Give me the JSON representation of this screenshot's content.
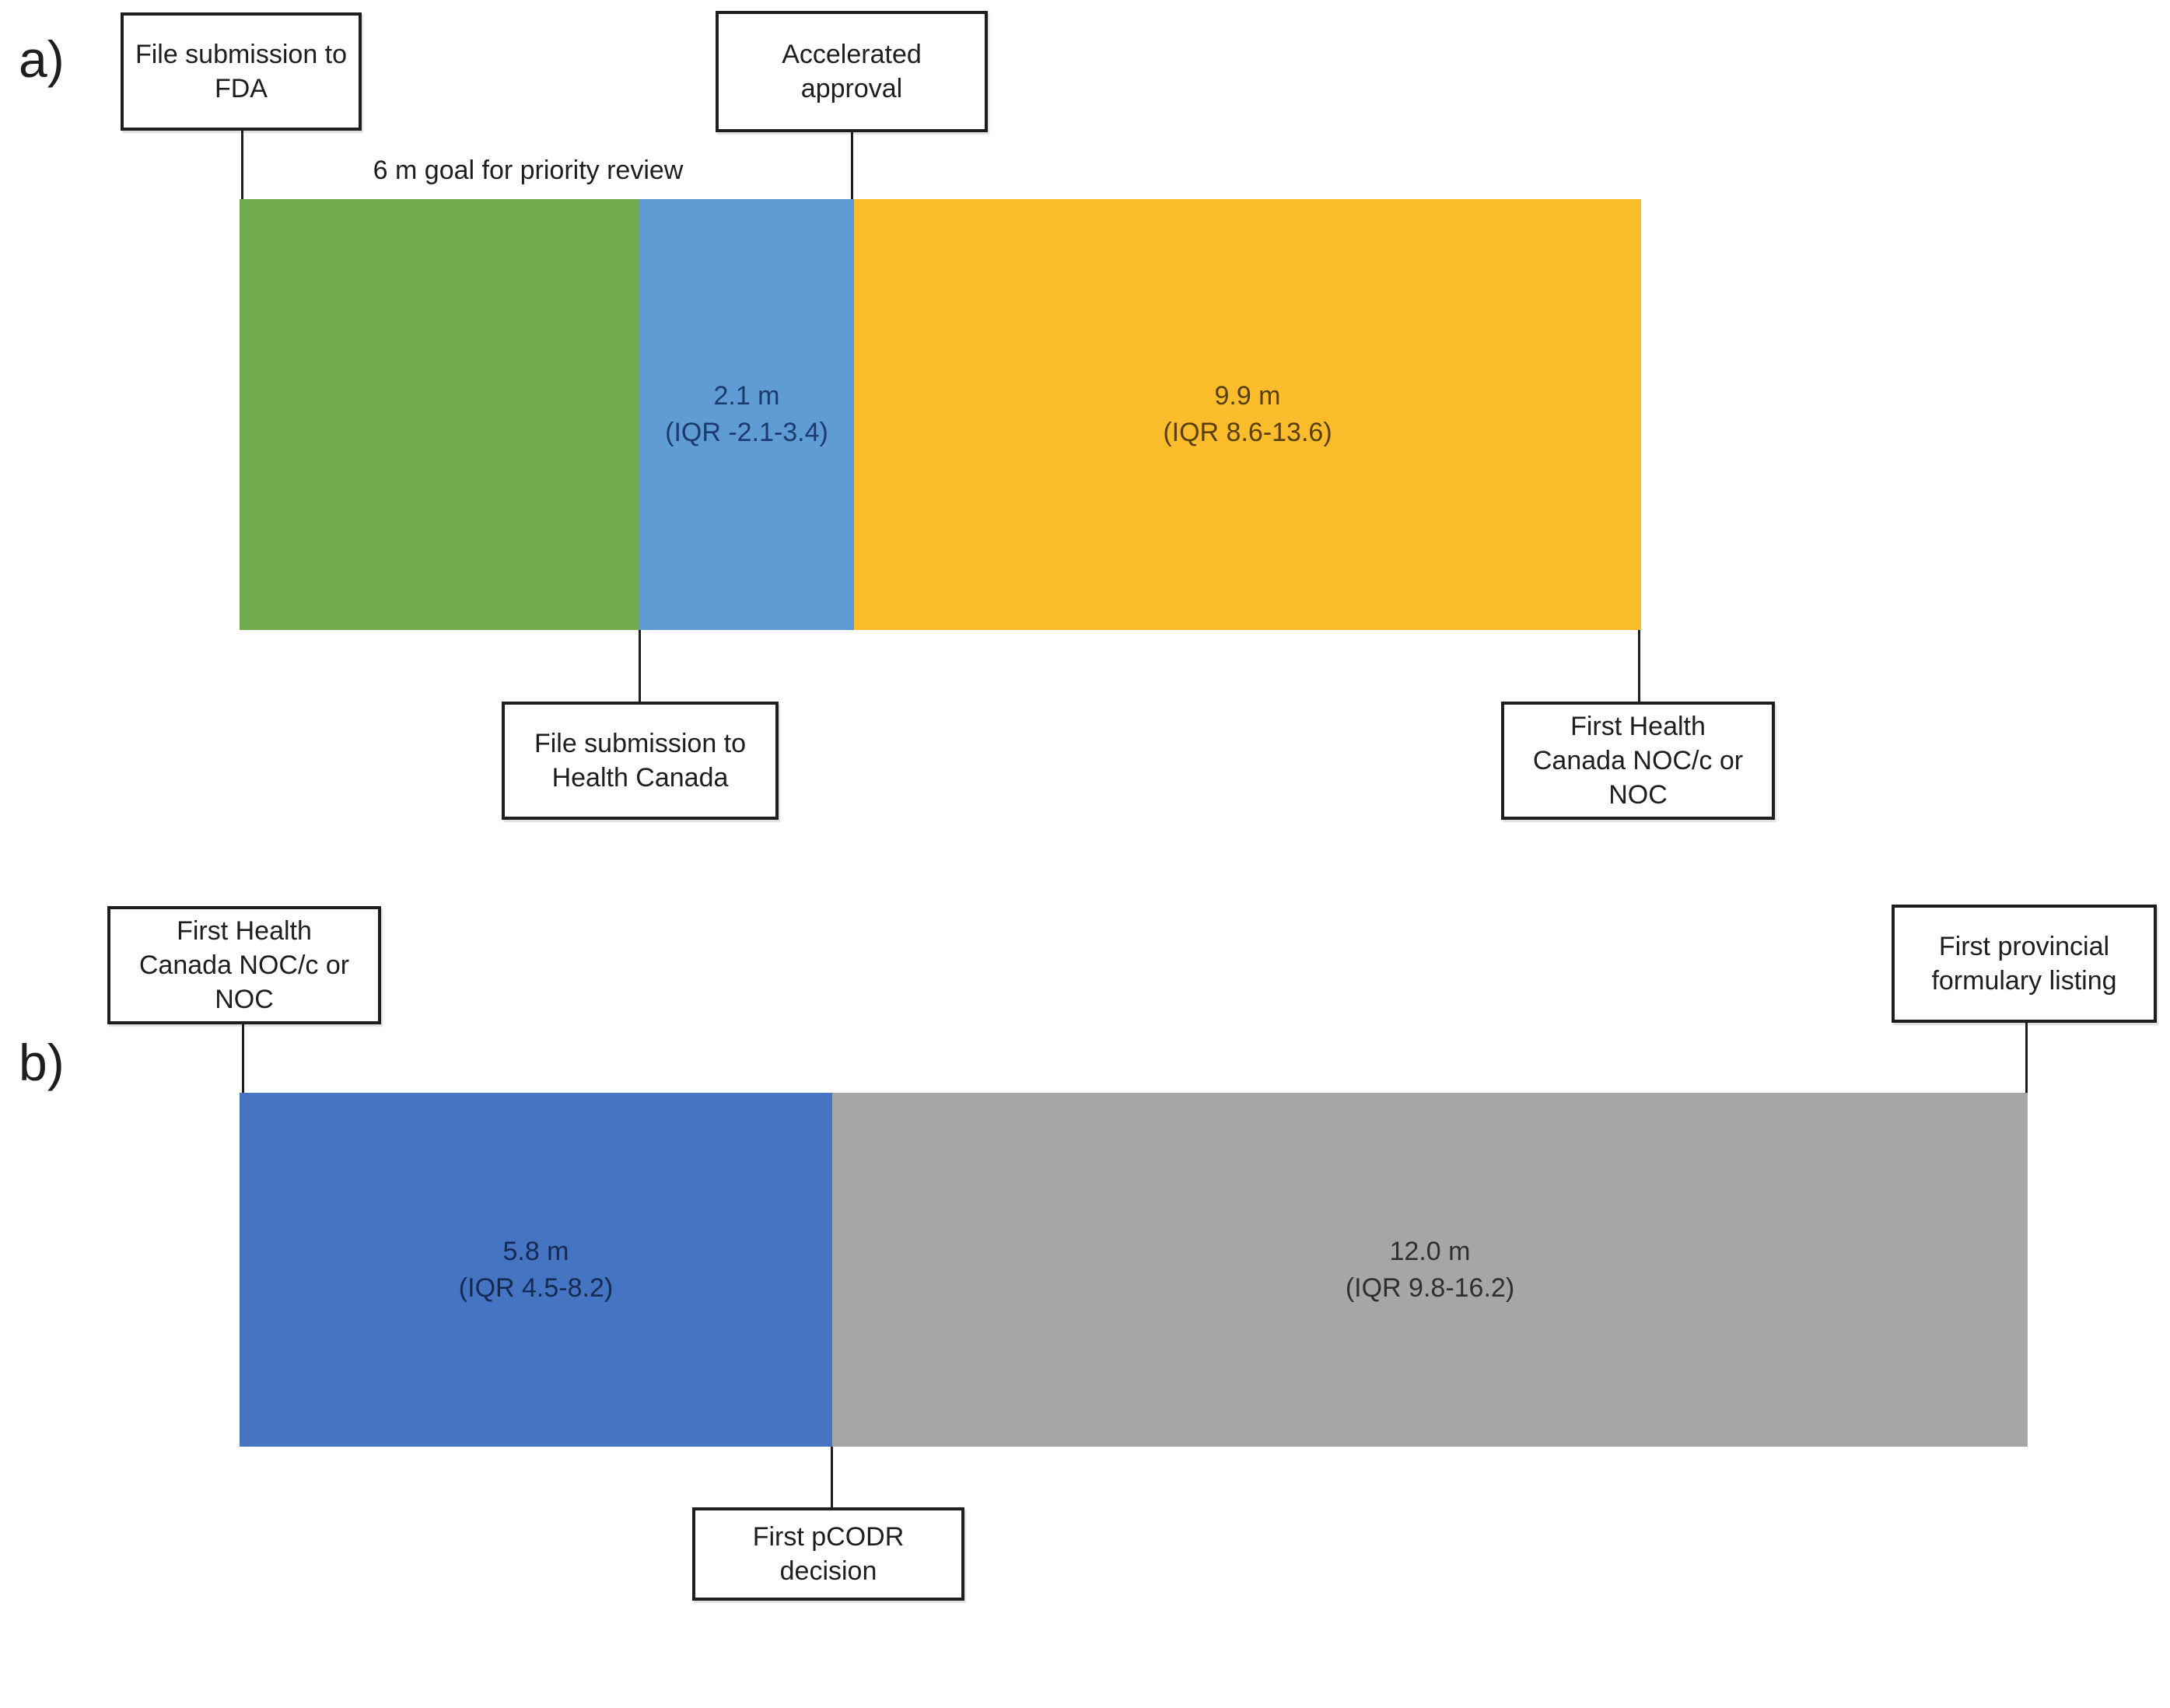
{
  "panel_a": {
    "label": "a)",
    "goal_note": "6 m goal for priority review",
    "box_fda": "File submission to\nFDA",
    "box_accelerated": "Accelerated\napproval",
    "box_health_canada": "File submission to\nHealth Canada",
    "box_first_noc": "First Health\nCanada NOC/c or\nNOC",
    "blue_segment_label": "2.1 m\n(IQR -2.1-3.4)",
    "yellow_segment_label": "9.9 m\n(IQR 8.6-13.6)"
  },
  "panel_b": {
    "label": "b)",
    "box_first_noc": "First Health\nCanada NOC/c or\nNOC",
    "box_provincial": "First provincial\nformulary listing",
    "box_pcodr": "First pCODR\ndecision",
    "blue_segment_label": "5.8 m\n(IQR 4.5-8.2)",
    "gray_segment_label": "12.0 m\n(IQR 9.8-16.2)"
  },
  "colors": {
    "green": "#71AB4D",
    "light_blue": "#5E9CD3",
    "yellow": "#FCBD2C",
    "dark_blue": "#4574C2",
    "gray": "#A6A6A6",
    "light_blue_text": "#1c3a6e",
    "yellow_text": "#573f06",
    "dark_blue_text": "#142a52",
    "gray_text": "#2f2f2f"
  },
  "chart_data": {
    "type": "bar",
    "subtype": "horizontal-stacked-timeline",
    "panels": [
      {
        "panel": "a)",
        "annotation": "6 m goal for priority review",
        "events_top": [
          "File submission to FDA",
          "Accelerated approval"
        ],
        "events_bottom": [
          "File submission to Health Canada",
          "First Health Canada NOC/c or NOC"
        ],
        "segments": [
          {
            "name": "FDA submission to Health Canada submission",
            "color": "#71AB4D",
            "median_months": null,
            "iqr": null,
            "label": ""
          },
          {
            "name": "Health Canada submission to accelerated approval",
            "color": "#5E9CD3",
            "median_months": 2.1,
            "iqr": "-2.1-3.4",
            "label": "2.1 m (IQR -2.1-3.4)"
          },
          {
            "name": "Accelerated approval to first Health Canada NOC/c or NOC",
            "color": "#FCBD2C",
            "median_months": 9.9,
            "iqr": "8.6-13.6",
            "label": "9.9 m (IQR 8.6-13.6)"
          }
        ]
      },
      {
        "panel": "b)",
        "annotation": null,
        "events_top": [
          "First Health Canada NOC/c or NOC",
          "First provincial formulary listing"
        ],
        "events_bottom": [
          "First pCODR decision"
        ],
        "segments": [
          {
            "name": "First Health Canada NOC/c or NOC to first pCODR decision",
            "color": "#4574C2",
            "median_months": 5.8,
            "iqr": "4.5-8.2",
            "label": "5.8 m (IQR 4.5-8.2)"
          },
          {
            "name": "First pCODR decision to first provincial formulary listing",
            "color": "#A6A6A6",
            "median_months": 12.0,
            "iqr": "9.8-16.2",
            "label": "12.0 m (IQR 9.8-16.2)"
          }
        ]
      }
    ]
  }
}
